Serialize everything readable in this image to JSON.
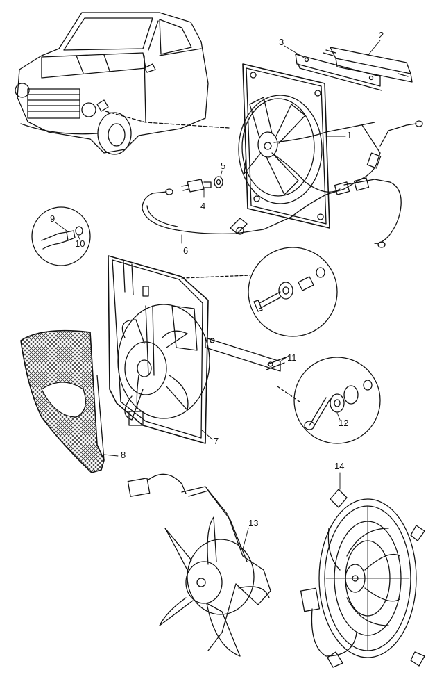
{
  "colors": {
    "ink": "#111111",
    "paper": "#ffffff",
    "mesh": "#555555"
  },
  "callouts": {
    "c1": "1",
    "c2": "2",
    "c3": "3",
    "c4": "4",
    "c5": "5",
    "c6": "6",
    "c7": "7",
    "c8": "8",
    "c9": "9",
    "c10": "10",
    "c11": "11",
    "c12": "12",
    "c13": "13",
    "c14": "14"
  }
}
